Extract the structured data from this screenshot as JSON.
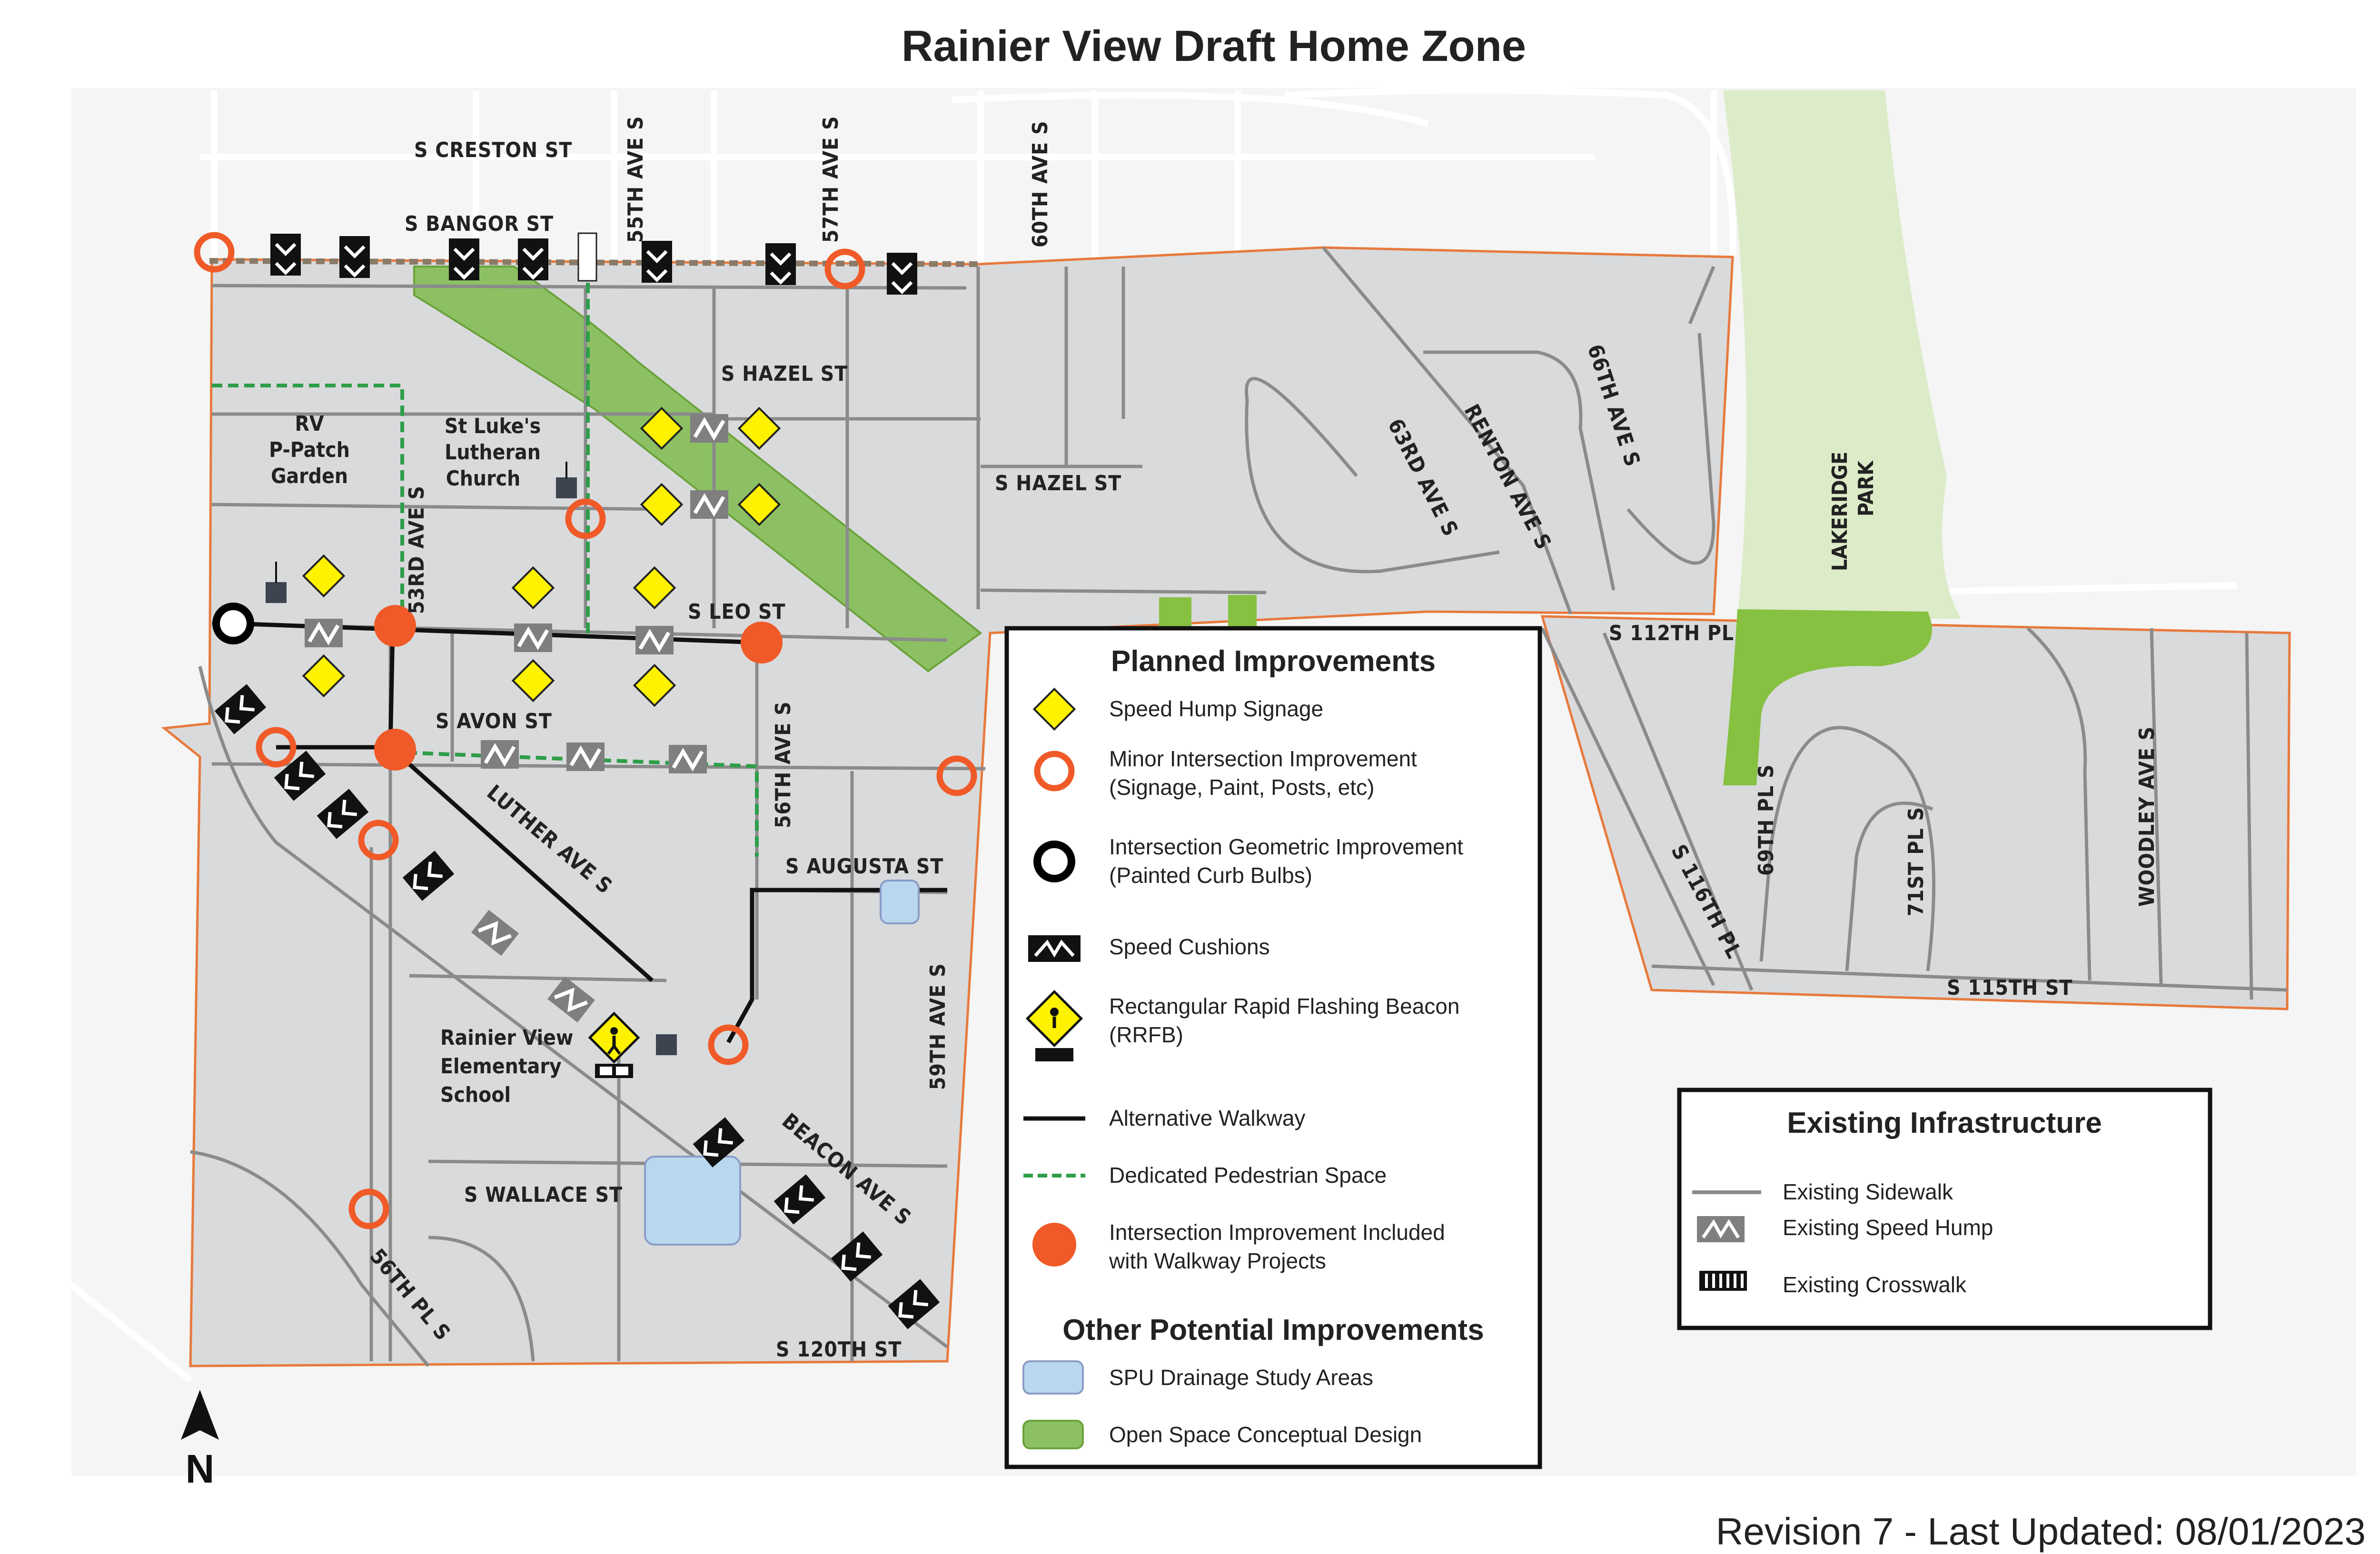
{
  "title": "Rainier View Draft Home Zone",
  "revision": "Revision 7 - Last Updated: 08/01/2023",
  "north_arrow_label": "N",
  "colors": {
    "background": "#f4f5f4",
    "zone_fill": "#d9dadb",
    "zone_outline": "#e8793d",
    "sidewalk": "#8b8b8b",
    "open_space": "#8cc063",
    "park": "#dcebc8",
    "park_green": "#86c142",
    "drainage": "#b9d7ee",
    "orange": "#f05a28",
    "speed_hump_sign": "#fff200",
    "pedestrian_space": "#2e9e49",
    "walkway": "#111111",
    "building": "#3d4450"
  },
  "street_labels": {
    "creston": "S CRESTON ST",
    "bangor": "S BANGOR ST",
    "hazel_west": "S HAZEL ST",
    "hazel_east": "S HAZEL ST",
    "leo": "S LEO ST",
    "avon": "S AVON ST",
    "augusta": "S AUGUSTA ST",
    "wallace": "S WALLACE ST",
    "s120th": "S 120TH ST",
    "s112th": "S 112TH PL",
    "s115th": "S 115TH ST",
    "s116th": "S 116TH PL",
    "ave53": "53RD AVE S",
    "ave55": "55TH AVE S",
    "ave56": "56TH AVE S",
    "ave57": "57TH AVE S",
    "ave59": "59TH AVE S",
    "ave60": "60TH AVE S",
    "ave63": "63RD AVE S",
    "ave66": "66TH AVE S",
    "renton": "RENTON AVE S",
    "luther": "LUTHER AVE S",
    "beacon": "BEACON AVE S",
    "pl56": "56TH PL S",
    "pl69": "69TH PL S",
    "pl71": "71ST PL S",
    "woodley": "WOODLEY AVE S"
  },
  "places": {
    "garden": [
      "RV",
      "P-Patch",
      "Garden"
    ],
    "church": [
      "St Luke's",
      "Lutheran",
      "Church"
    ],
    "school": [
      "Rainier View",
      "Elementary",
      "School"
    ],
    "park": [
      "LAKERIDGE",
      "PARK"
    ]
  },
  "legend_planned": {
    "heading": "Planned Improvements",
    "items": [
      {
        "symbol": "speed-hump-sign",
        "label": "Speed Hump Signage"
      },
      {
        "symbol": "minor-intersection",
        "label": "Minor Intersection Improvement",
        "sub": "(Signage, Paint, Posts, etc)"
      },
      {
        "symbol": "geometric-intersection",
        "label": "Intersection Geometric Improvement",
        "sub": "(Painted Curb Bulbs)"
      },
      {
        "symbol": "speed-cushion",
        "label": "Speed Cushions"
      },
      {
        "symbol": "rrfb",
        "label": "Rectangular Rapid Flashing Beacon",
        "sub": "(RRFB)"
      },
      {
        "symbol": "alternative-walkway",
        "label": "Alternative Walkway"
      },
      {
        "symbol": "dedicated-pedestrian",
        "label": "Dedicated Pedestrian Space"
      },
      {
        "symbol": "walkway-intersection",
        "label": "Intersection Improvement Included",
        "sub": "with Walkway Projects"
      }
    ],
    "other_heading": "Other Potential Improvements",
    "other_items": [
      {
        "symbol": "drainage",
        "label": "SPU Drainage Study Areas"
      },
      {
        "symbol": "open-space",
        "label": "Open Space Conceptual Design"
      }
    ]
  },
  "legend_existing": {
    "heading": "Existing Infrastructure",
    "items": [
      {
        "symbol": "existing-sidewalk",
        "label": "Existing Sidewalk"
      },
      {
        "symbol": "existing-speed-hump",
        "label": "Existing Speed Hump"
      },
      {
        "symbol": "existing-crosswalk",
        "label": "Existing Crosswalk"
      }
    ]
  }
}
